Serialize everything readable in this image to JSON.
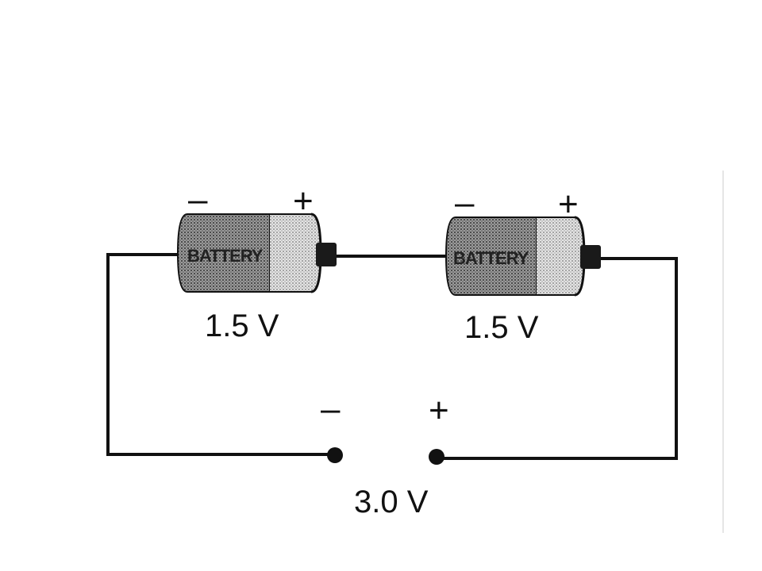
{
  "colors": {
    "ink": "#111111",
    "battery_dark": "#7a7a7a",
    "battery_light": "#d6d6d6",
    "background": "#ffffff"
  },
  "battery_1": {
    "brand": "BATTERY",
    "negative": "–",
    "positive": "+",
    "voltage": "1.5 V"
  },
  "battery_2": {
    "brand": "BATTERY",
    "negative": "–",
    "positive": "+",
    "voltage": "1.5 V"
  },
  "output": {
    "negative": "–",
    "positive": "+",
    "voltage": "3.0 V"
  }
}
